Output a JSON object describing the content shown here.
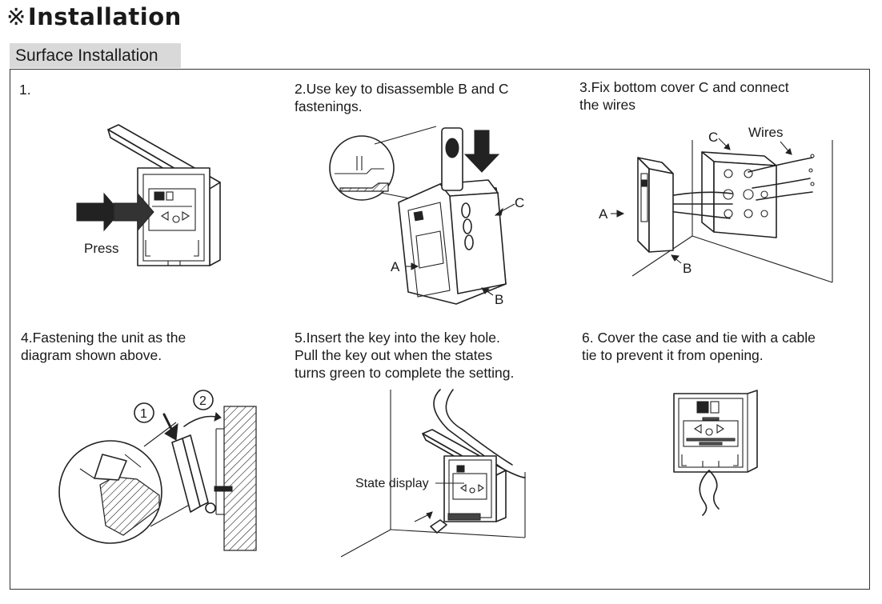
{
  "page": {
    "title_mark": "※",
    "title": "Installation",
    "section": "Surface Installation"
  },
  "steps": [
    {
      "text": "1."
    },
    {
      "text": "2.Use key to disassemble B and C\n   fastenings."
    },
    {
      "text": "3.Fix bottom cover C and connect\n    the wires"
    },
    {
      "text": "4.Fastening the unit as the\n   diagram shown above."
    },
    {
      "text": "5.Insert the key into the key hole.\n   Pull the key out when the states\n   turns green to complete the setting."
    },
    {
      "text": "6. Cover the case and tie with a cable\n    tie to prevent it from opening."
    }
  ],
  "labels": {
    "press": "Press",
    "a": "A",
    "b": "B",
    "c": "C",
    "wires": "Wires",
    "circle_1": "1",
    "circle_2": "2",
    "state_display": "State display"
  },
  "icons": {
    "arrow_right": "right-arrow-icon",
    "arrow_down": "down-arrow-icon"
  }
}
